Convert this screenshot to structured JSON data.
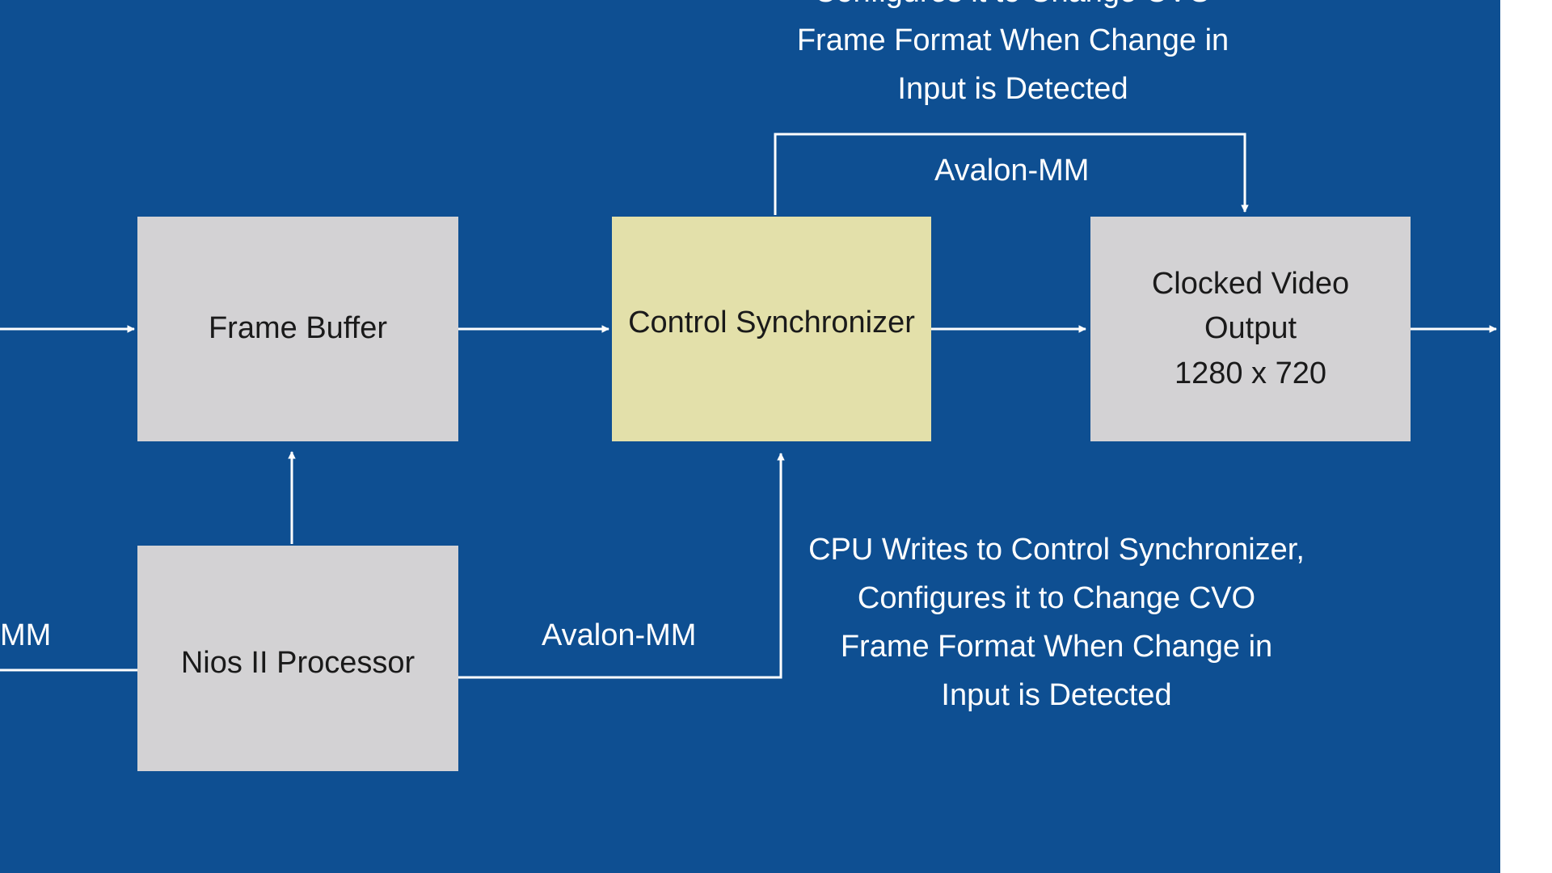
{
  "colors": {
    "background": "#0e4f92",
    "block_gray": "#d3d2d4",
    "block_highlight": "#e3e0aa",
    "wire": "#ffffff"
  },
  "blocks": {
    "frame_buffer": "Frame Buffer",
    "control_synchronizer": "Control Synchronizer",
    "clocked_video_output": [
      "Clocked Video",
      "Output",
      "1280 x 720"
    ],
    "nios_processor": "Nios II Processor"
  },
  "bus_labels": {
    "top": "Avalon-MM",
    "bottom": "Avalon-MM",
    "left_cropped": "MM"
  },
  "notes": {
    "top_cropped": [
      "Configures it to Change CVO",
      "Frame Format When Change in",
      "Input is Detected"
    ],
    "bottom": [
      "CPU Writes to Control Synchronizer,",
      "Configures it to Change CVO",
      "Frame Format When Change in",
      "Input is Detected"
    ]
  }
}
